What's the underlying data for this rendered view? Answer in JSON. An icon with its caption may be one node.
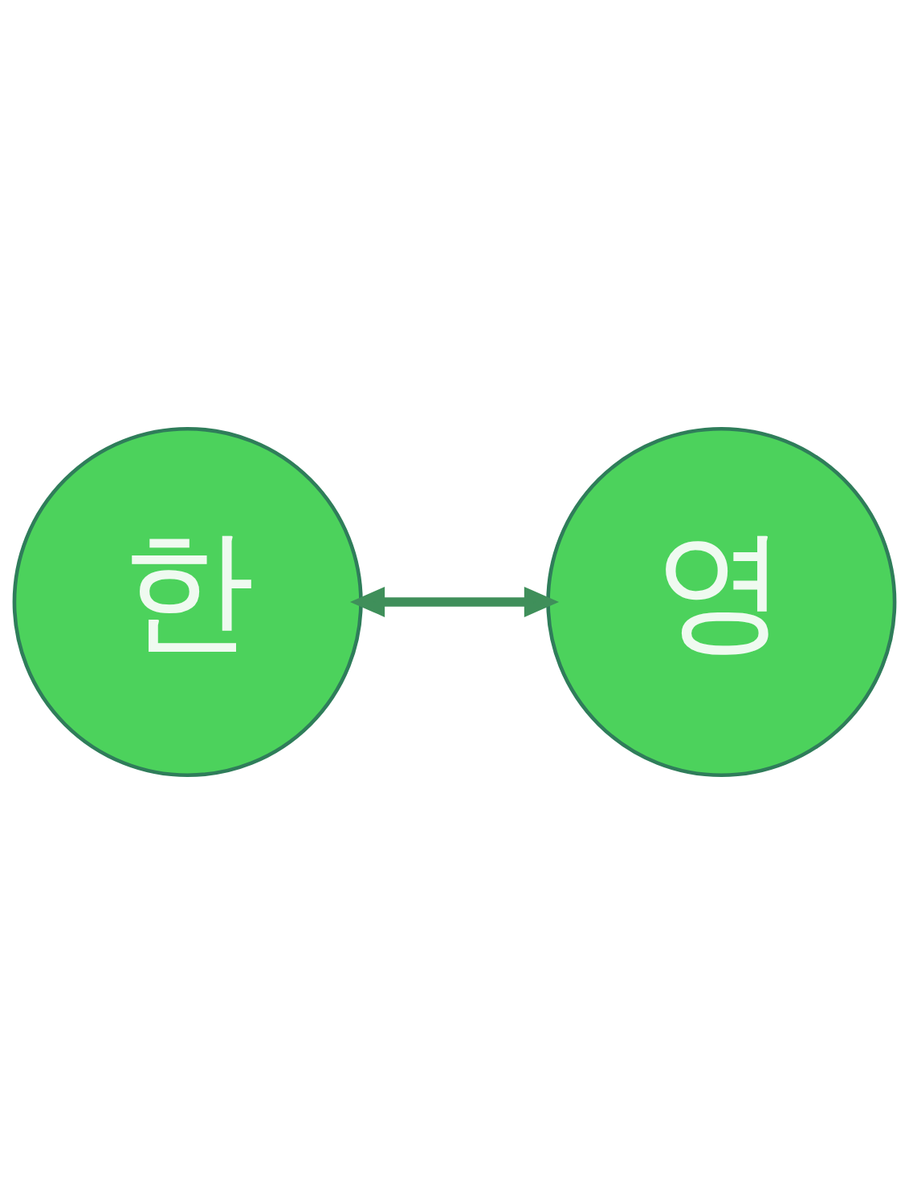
{
  "diagram": {
    "nodes": [
      {
        "text": [
          "한"
        ]
      },
      {
        "text": [
          "영"
        ]
      }
    ],
    "edges": [
      {
        "from": 0,
        "to": 1,
        "arrow": "both"
      }
    ]
  }
}
